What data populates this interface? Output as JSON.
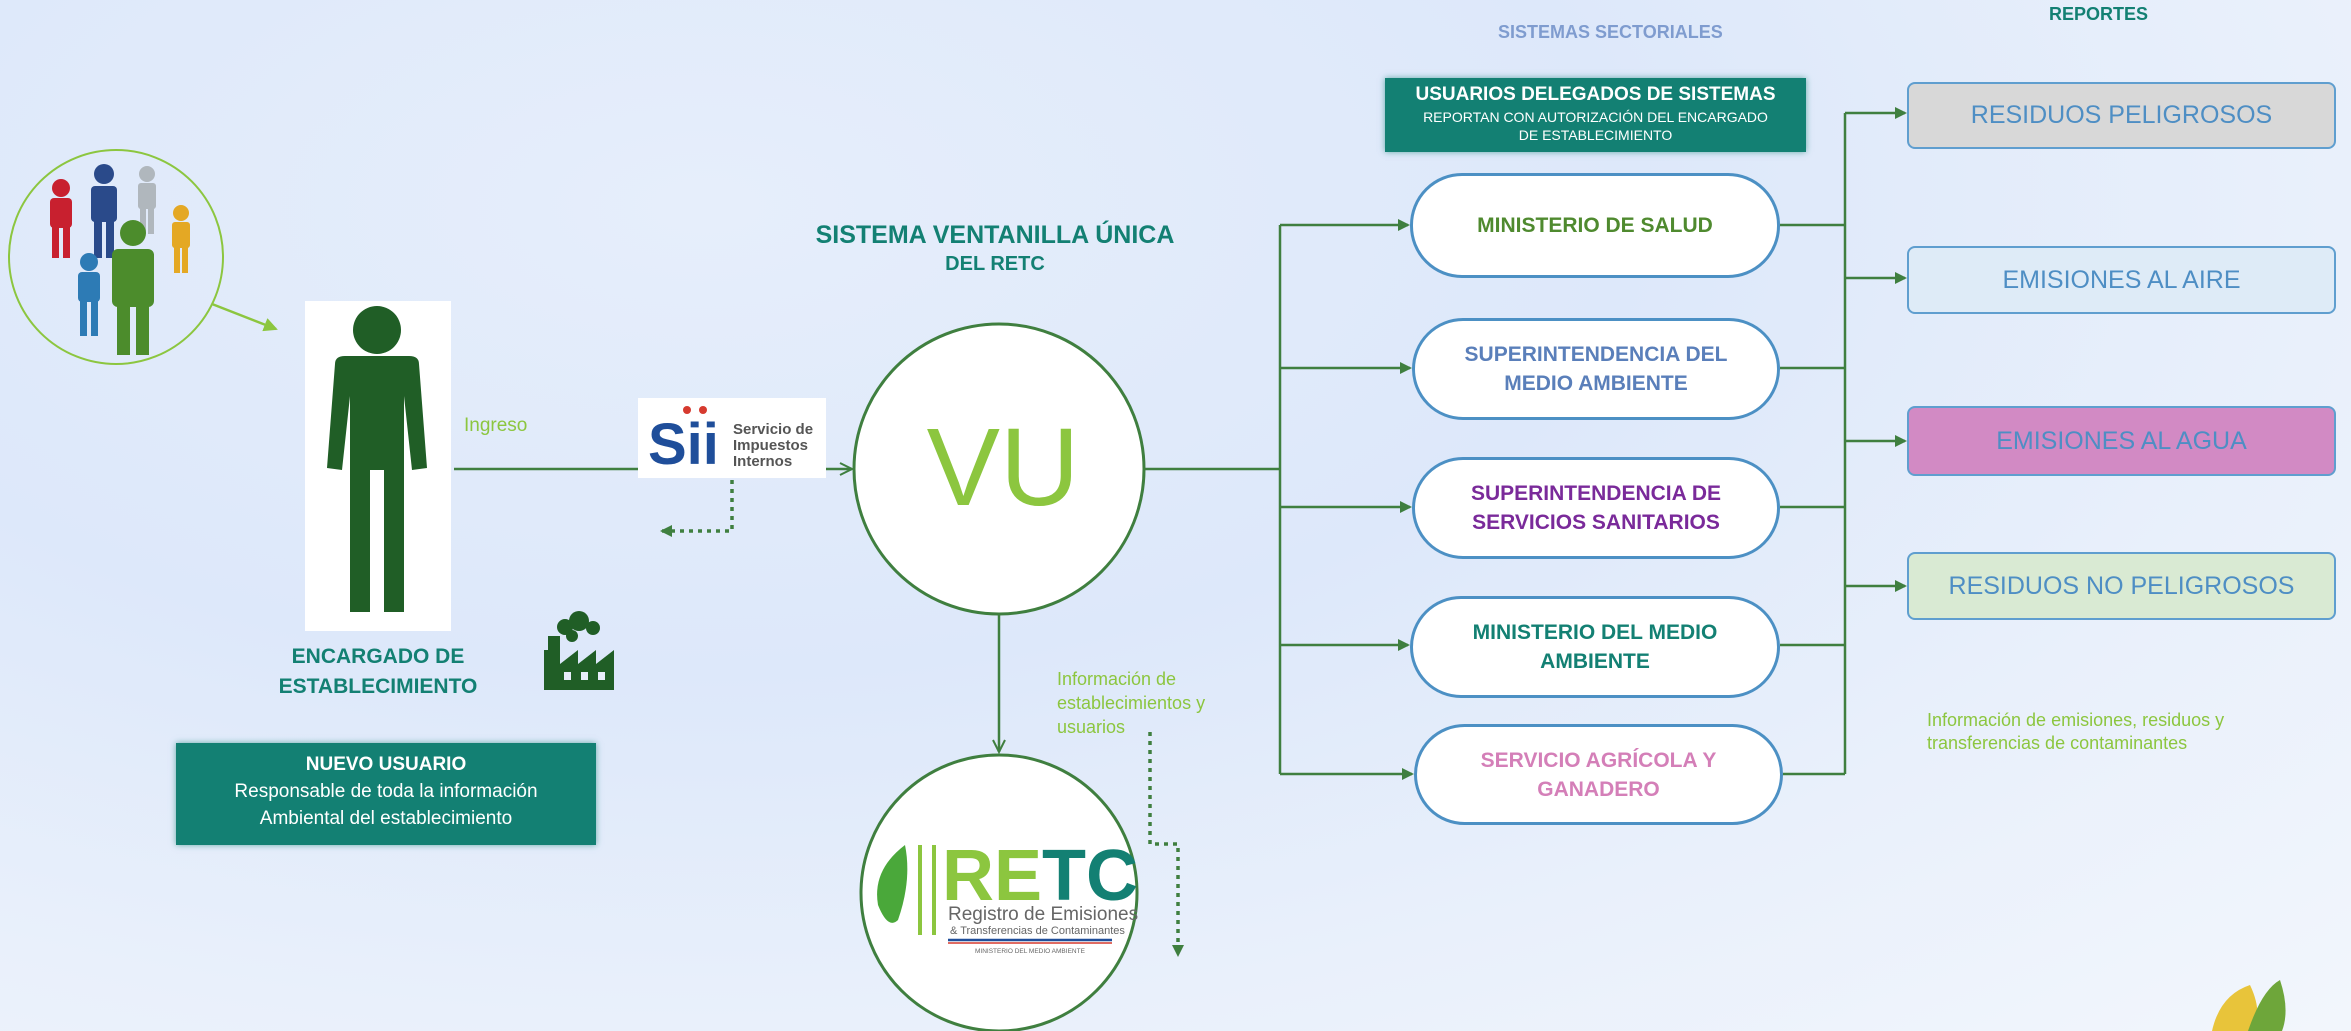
{
  "headers": {
    "sectoral_systems": "SISTEMAS SECTORIALES",
    "reports": "REPORTES"
  },
  "delegated_users": {
    "title": "USUARIOS DELEGADOS DE SISTEMAS",
    "subtitle": "REPORTAN CON AUTORIZACIÓN DEL ENCARGADO DE ESTABLECIMIENTO"
  },
  "single_window": {
    "title": "SISTEMA VENTANILLA ÚNICA",
    "subtitle": "DEL RETC",
    "circle_label": "VU"
  },
  "manager": {
    "label_line1": "ENCARGADO DE",
    "label_line2": "ESTABLECIMIENTO",
    "ingress_label": "Ingreso"
  },
  "new_user": {
    "title": "NUEVO USUARIO",
    "line1": "Responsable de toda la información",
    "line2": "Ambiental del establecimiento"
  },
  "sii_logo": {
    "mark": "Sii",
    "line1": "Servicio de",
    "line2": "Impuestos",
    "line3": "Internos"
  },
  "retc_logo": {
    "mark_re": "RE",
    "mark_tc": "TC",
    "line1": "Registro de Emisiones",
    "line2": "& Transferencias de Contaminantes",
    "line3": "MINISTERIO DEL MEDIO AMBIENTE"
  },
  "info_establishments": {
    "line1": "Información de",
    "line2": "establecimientos y",
    "line3": "usuarios"
  },
  "info_emissions": {
    "line1": "Información de emisiones, residuos y",
    "line2": "transferencias de contaminantes"
  },
  "sectoral_items": [
    {
      "line1": "MINISTERIO DE SALUD",
      "line2": "",
      "color": "#4f8a2f"
    },
    {
      "line1": "SUPERINTENDENCIA DEL",
      "line2": "MEDIO AMBIENTE",
      "color": "#5a7fba"
    },
    {
      "line1": "SUPERINTENDENCIA DE",
      "line2": "SERVICIOS SANITARIOS",
      "color": "#7a2a9a"
    },
    {
      "line1": "MINISTERIO DEL MEDIO",
      "line2": "AMBIENTE",
      "color": "#138073"
    },
    {
      "line1": "SERVICIO AGRÍCOLA Y",
      "line2": "GANADERO",
      "color": "#d47fb8"
    }
  ],
  "report_items": [
    {
      "label": "RESIDUOS PELIGROSOS",
      "bg": "#d8d8d8"
    },
    {
      "label": "EMISIONES AL AIRE",
      "bg": "#deebf7"
    },
    {
      "label": "EMISIONES AL AGUA",
      "bg": "#d28ac4"
    },
    {
      "label": "RESIDUOS NO PELIGROSOS",
      "bg": "#d9ead3"
    }
  ],
  "colors": {
    "line": "#3f7f3f",
    "teal": "#138073",
    "light_green": "#8cc63f",
    "person": "#205e26"
  },
  "icons": [
    "people-group-icon",
    "person-icon",
    "factory-icon",
    "leaf-icon"
  ]
}
